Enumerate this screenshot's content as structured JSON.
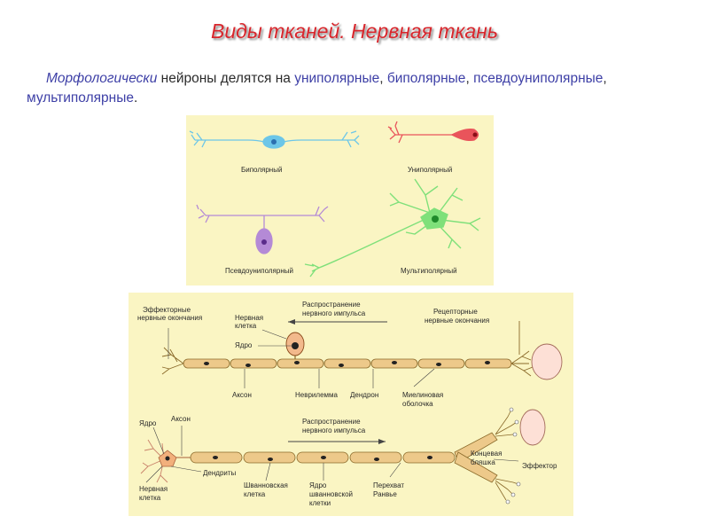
{
  "slide": {
    "title": "Виды тканей. Нервная ткань",
    "intro": {
      "lead": "Морфологически",
      "text1": " нейроны делятся на ",
      "term1": "униполярные",
      "sep1": ", ",
      "term2": "биполярные",
      "sep2": ", ",
      "term3": "псевдоуниполярные",
      "sep3": ", ",
      "term4": "мультиполярные",
      "end": "."
    }
  },
  "neuron_types": {
    "bipolar": "Биполярный",
    "unipolar": "Униполярный",
    "pseudounipolar": "Псевдоуниполярный",
    "multipolar": "Мультиполярный"
  },
  "pathway": {
    "top": {
      "effector_endings": [
        "Эффекторные",
        "нервные окончания"
      ],
      "nerve_cell": [
        "Нервная",
        "клетка"
      ],
      "nucleus": "Ядро",
      "propagation": [
        "Распространение",
        "нервного импульса"
      ],
      "receptor_endings": [
        "Рецепторные",
        "нервные окончания"
      ],
      "axon": "Аксон",
      "neurilemma": "Неврилемма",
      "dendron": "Дендрон",
      "myelin_sheath": [
        "Миелиновая",
        "оболочка"
      ]
    },
    "bottom": {
      "nucleus": "Ядро",
      "axon": "Аксон",
      "propagation": [
        "Распространение",
        "нервного импульса"
      ],
      "dendrites": "Дендриты",
      "nerve_cell": [
        "Нервная",
        "клетка"
      ],
      "schwann_cell": [
        "Шванновская",
        "клетка"
      ],
      "schwann_nucleus": [
        "Ядро",
        "шванновской",
        "клетки"
      ],
      "ranvier_node": [
        "Перехват",
        "Ранвье"
      ],
      "end_plate": [
        "Концевая",
        "бляшка"
      ],
      "effector": "Эффектор"
    }
  },
  "colors": {
    "title": "#d8262c",
    "intro_terms": "#3d3fa6",
    "panel_bg": "#faf5c3",
    "bipolar": "#6cc6e8",
    "unipolar": "#e9545b",
    "pseudounipolar": "#b48ad6",
    "multipolar": "#7fe07a",
    "myelin": "#edc98a"
  }
}
